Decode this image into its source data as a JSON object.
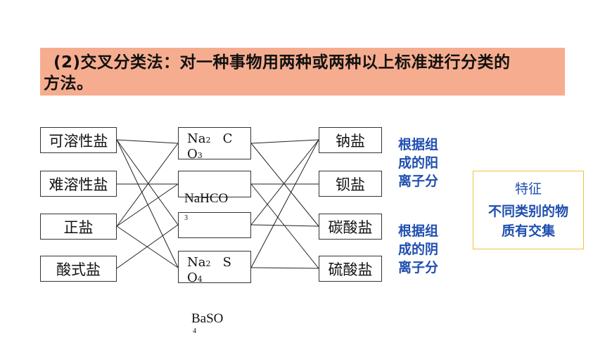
{
  "header": {
    "line1": "(2)交叉分类法：对一种事物用两种或两种以上标准进行分类的",
    "line2": "方法。"
  },
  "left_boxes": [
    "可溶性盐",
    "难溶性盐",
    "正盐",
    "酸式盐"
  ],
  "middle": {
    "box1": {
      "a": "Na",
      "sub_a": "2",
      "b": "C",
      "c": "O",
      "sub_c": "3"
    },
    "box4": {
      "a": "Na",
      "sub_a": "2",
      "b": "S",
      "c": "O",
      "sub_c": "4"
    },
    "nahco": "NaHCO",
    "nahco_sub": "3",
    "baso": "BaSO",
    "baso_sub": "4"
  },
  "right_boxes": [
    "钠盐",
    "钡盐",
    "碳酸盐",
    "硫酸盐"
  ],
  "notes": {
    "cation": [
      "根据组",
      "成的阳",
      "离子分"
    ],
    "anion": [
      "根据组",
      "成的阴",
      "离子分"
    ]
  },
  "feature": {
    "title": "特征",
    "desc_line1": "不同类别的物",
    "desc_line2": "质有交集"
  },
  "colors": {
    "banner": "#f6ad8f",
    "note_text": "#1f4fb0",
    "feature_border": "#f0c040"
  }
}
